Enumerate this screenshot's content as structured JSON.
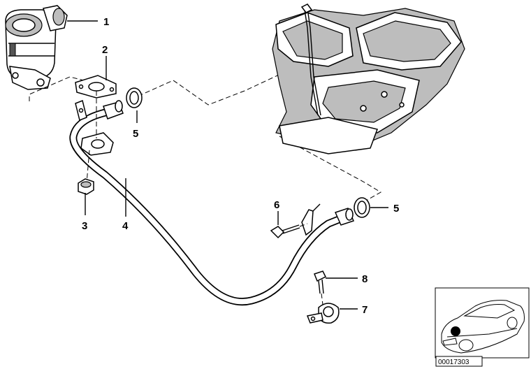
{
  "callouts": {
    "c1": "1",
    "c2": "2",
    "c3": "3",
    "c4": "4",
    "c5a": "5",
    "c5b": "5",
    "c6": "6",
    "c7": "7",
    "c8": "8"
  },
  "diagram_code": "00017303",
  "colors": {
    "line": "#000000",
    "shade": "#bdbdbd",
    "background": "#ffffff"
  }
}
